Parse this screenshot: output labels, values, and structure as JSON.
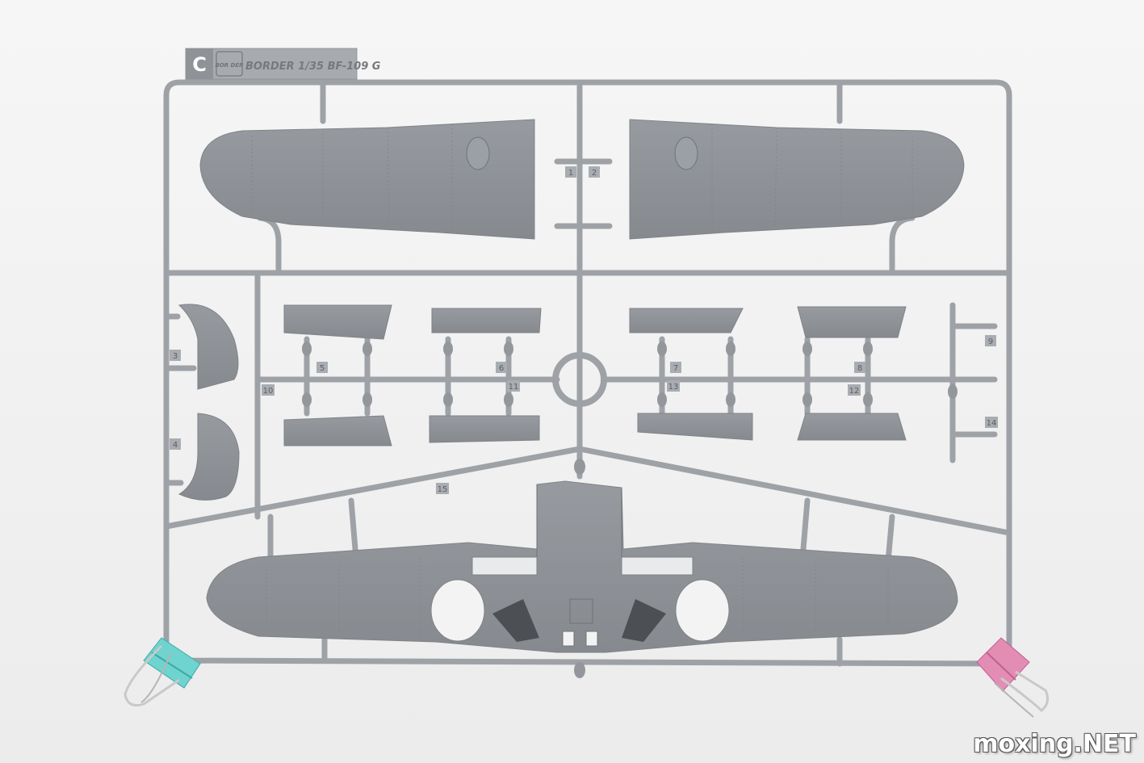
{
  "sprue": {
    "tag_letter": "C",
    "tag_logo": "BOR DER",
    "tag_text": "BORDER 1/35 BF-109 G",
    "part_numbers": [
      "1",
      "2",
      "3",
      "4",
      "5",
      "6",
      "7",
      "8",
      "9",
      "10",
      "11",
      "12",
      "13",
      "14",
      "15"
    ]
  },
  "colors": {
    "background": "#f3f3f3",
    "plastic": "#8e9297",
    "frame": "#9ea2a6",
    "clip_left": "#6fd3cf",
    "clip_right": "#e38db4",
    "clip_wire": "#c9c9c9"
  },
  "watermark": "moxing.NET"
}
